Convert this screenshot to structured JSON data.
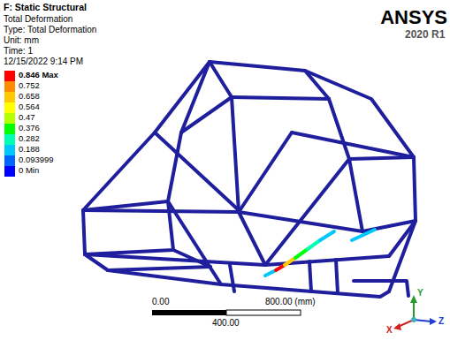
{
  "diagram": {
    "title": "F: Static Structural",
    "labels": [
      "Total Deformation",
      "Type: Total Deformation",
      "Unit: mm",
      "Time: 1",
      "12/15/2022 9:14 PM",
      "ANSYS",
      "2020 R1",
      "0.00",
      "800.00 (mm)",
      "400.00",
      "X",
      "Y",
      "Z"
    ],
    "legend": [
      {
        "text": "0.846 Max",
        "color": "#ff0000"
      },
      {
        "text": "0.752",
        "color": "#ff8c00"
      },
      {
        "text": "0.658",
        "color": "#ffc800"
      },
      {
        "text": "0.564",
        "color": "#ffff00"
      },
      {
        "text": "0.47",
        "color": "#b4ff00"
      },
      {
        "text": "0.376",
        "color": "#00ff00"
      },
      {
        "text": "0.282",
        "color": "#00ffb4"
      },
      {
        "text": "0.188",
        "color": "#00c8ff"
      },
      {
        "text": "0.093999",
        "color": "#0064ff"
      },
      {
        "text": "0 Min",
        "color": "#0000ff"
      }
    ]
  }
}
